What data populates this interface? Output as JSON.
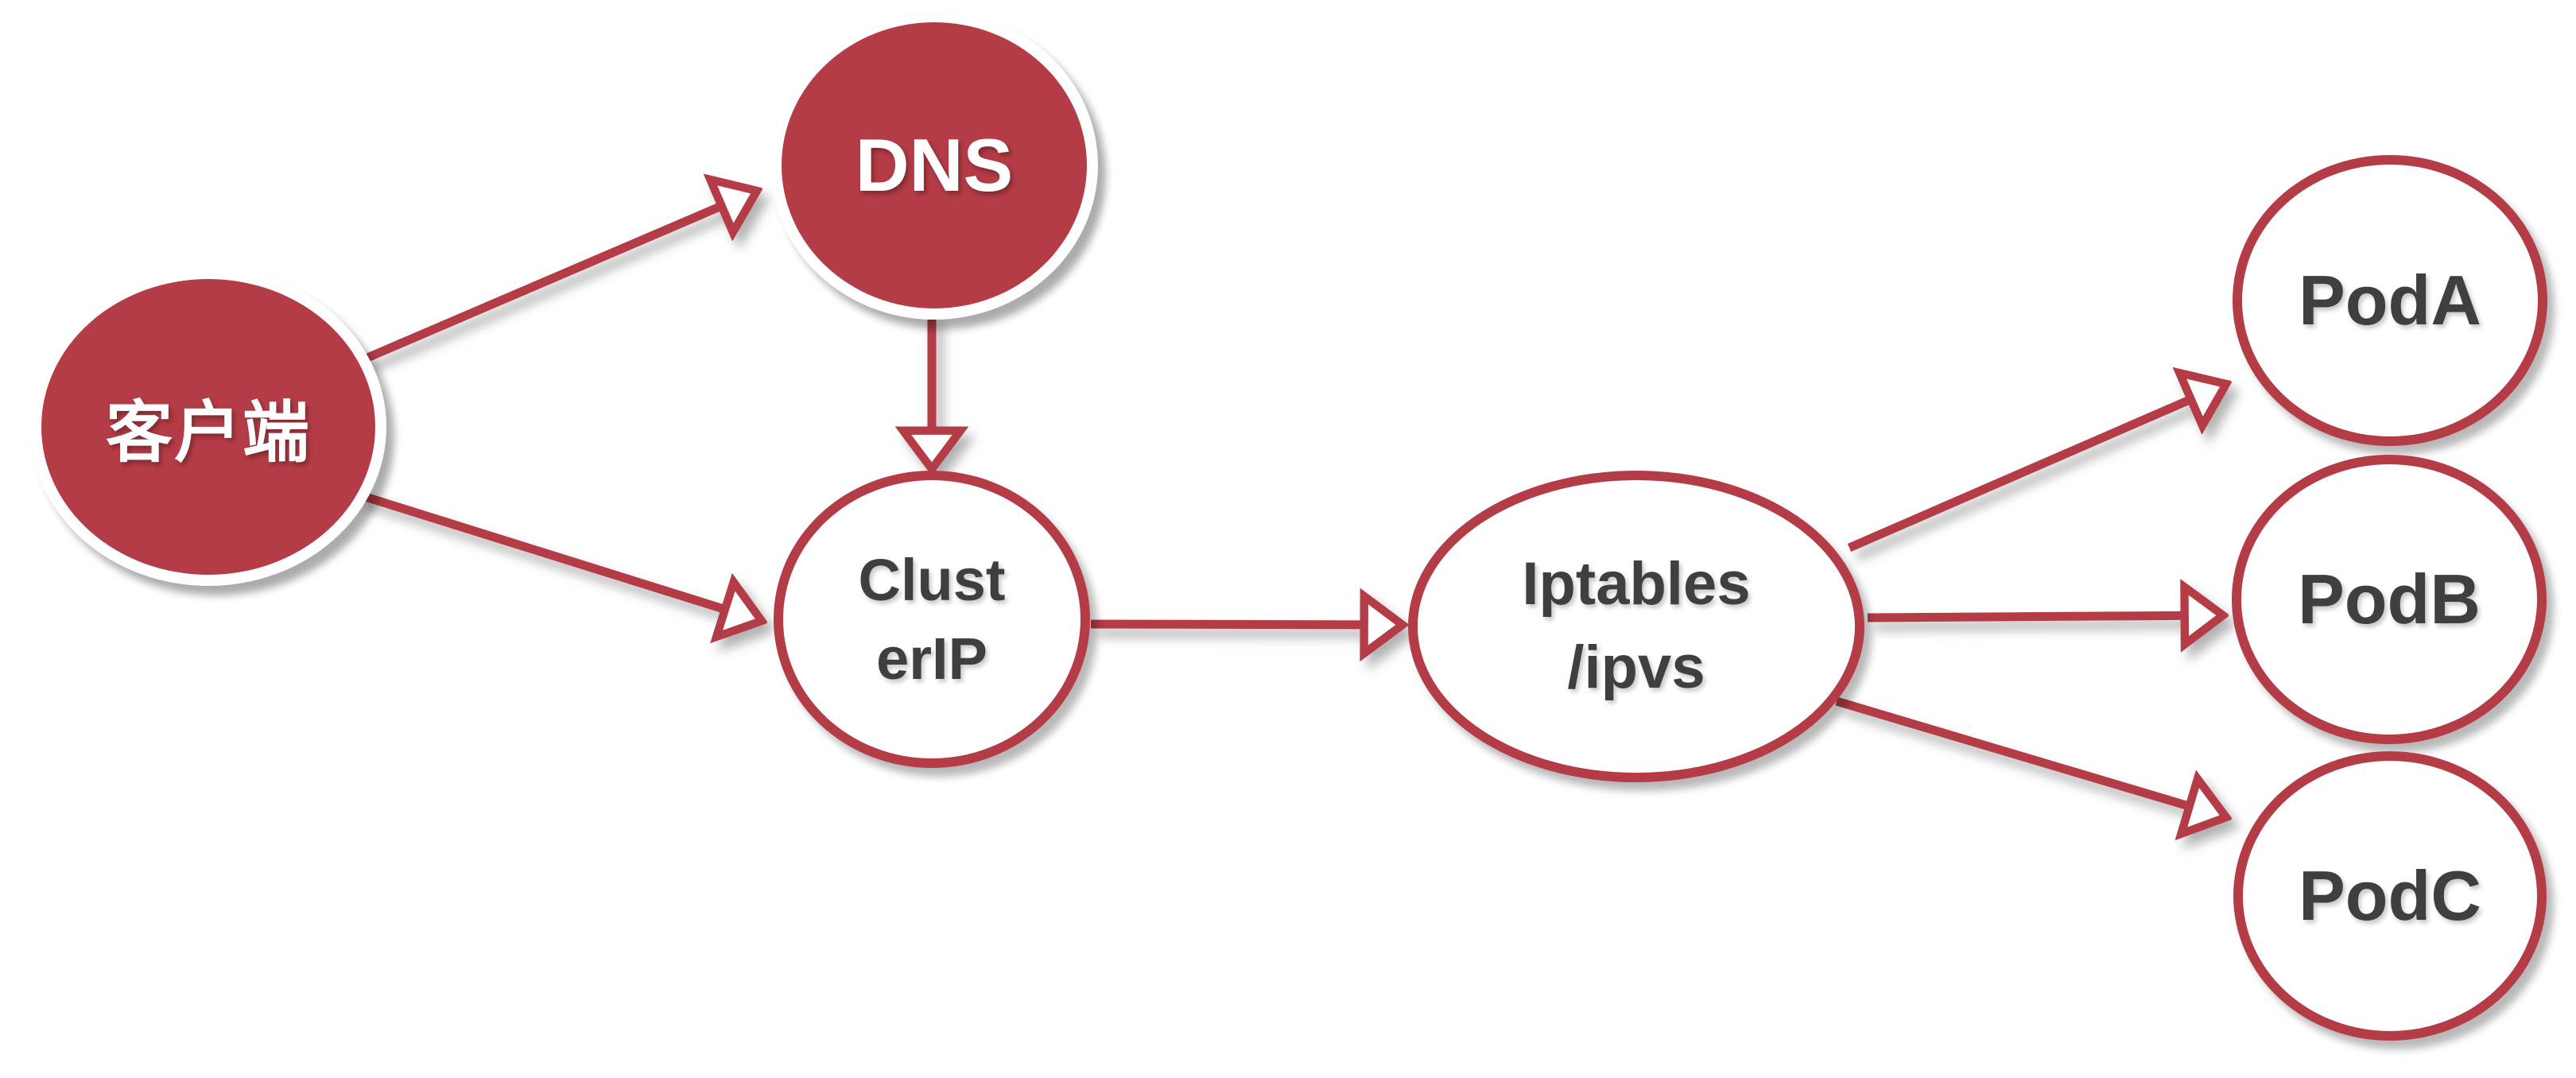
{
  "diagram": {
    "type": "flow-diagram",
    "colors": {
      "node_red": "#b43c46",
      "outline_red": "#b43c46",
      "label_dark": "#3f3f3f",
      "label_light": "#ffffff",
      "background": "#ffffff"
    },
    "nodes": {
      "client": {
        "label": "客户端",
        "style": "filled-red"
      },
      "dns": {
        "label": "DNS",
        "style": "filled-red"
      },
      "cluster_ip": {
        "line1": "Clust",
        "line2": "erIP",
        "style": "outlined"
      },
      "iptables": {
        "line1": "Iptables",
        "line2": "/ipvs",
        "style": "outlined"
      },
      "pod_a": {
        "label": "PodA",
        "style": "outlined"
      },
      "pod_b": {
        "label": "PodB",
        "style": "outlined"
      },
      "pod_c": {
        "label": "PodC",
        "style": "outlined"
      }
    },
    "edges": [
      {
        "from": "客户端",
        "to": "DNS",
        "arrowhead": "hollow-triangle"
      },
      {
        "from": "客户端",
        "to": "ClusterIP",
        "arrowhead": "hollow-triangle"
      },
      {
        "from": "DNS",
        "to": "ClusterIP",
        "arrowhead": "hollow-triangle"
      },
      {
        "from": "ClusterIP",
        "to": "Iptables/ipvs",
        "arrowhead": "hollow-triangle"
      },
      {
        "from": "Iptables/ipvs",
        "to": "PodA",
        "arrowhead": "hollow-triangle"
      },
      {
        "from": "Iptables/ipvs",
        "to": "PodB",
        "arrowhead": "hollow-triangle"
      },
      {
        "from": "Iptables/ipvs",
        "to": "PodC",
        "arrowhead": "hollow-triangle"
      }
    ]
  }
}
